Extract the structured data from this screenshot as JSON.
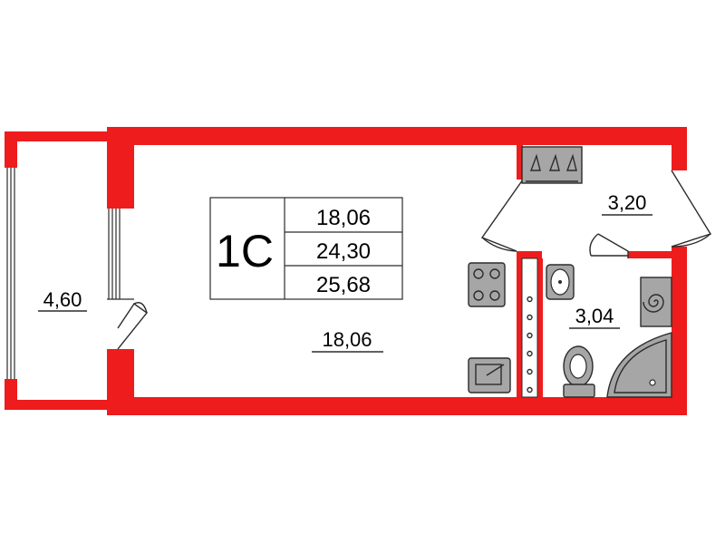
{
  "unit": {
    "type_label": "1С",
    "living_area": "18,06",
    "total_area": "24,30",
    "total_area_with_balcony": "25,68"
  },
  "rooms": {
    "balcony_area": "4,60",
    "main_room_area": "18,06",
    "hallway_area": "3,20",
    "bathroom_area": "3,04"
  },
  "colors": {
    "walls": "#ee1c1c",
    "fixtures": "#a6a6a6",
    "outline": "#2b2b2b"
  }
}
